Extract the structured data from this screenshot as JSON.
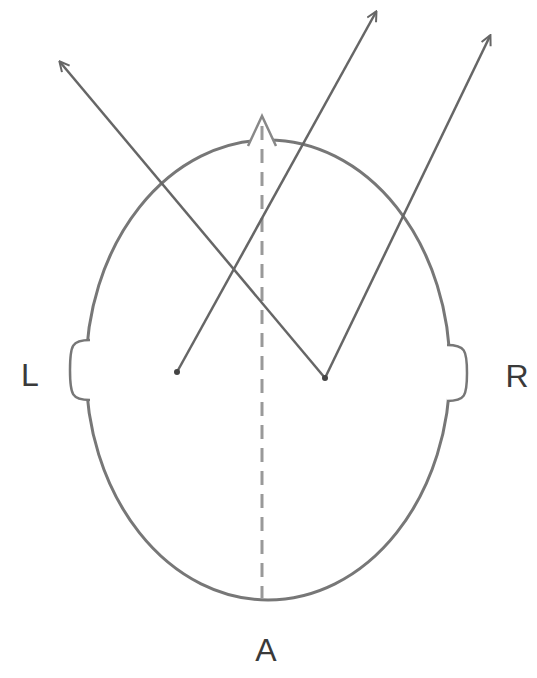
{
  "diagram": {
    "labels": [
      "L",
      "R",
      "A"
    ]
  }
}
